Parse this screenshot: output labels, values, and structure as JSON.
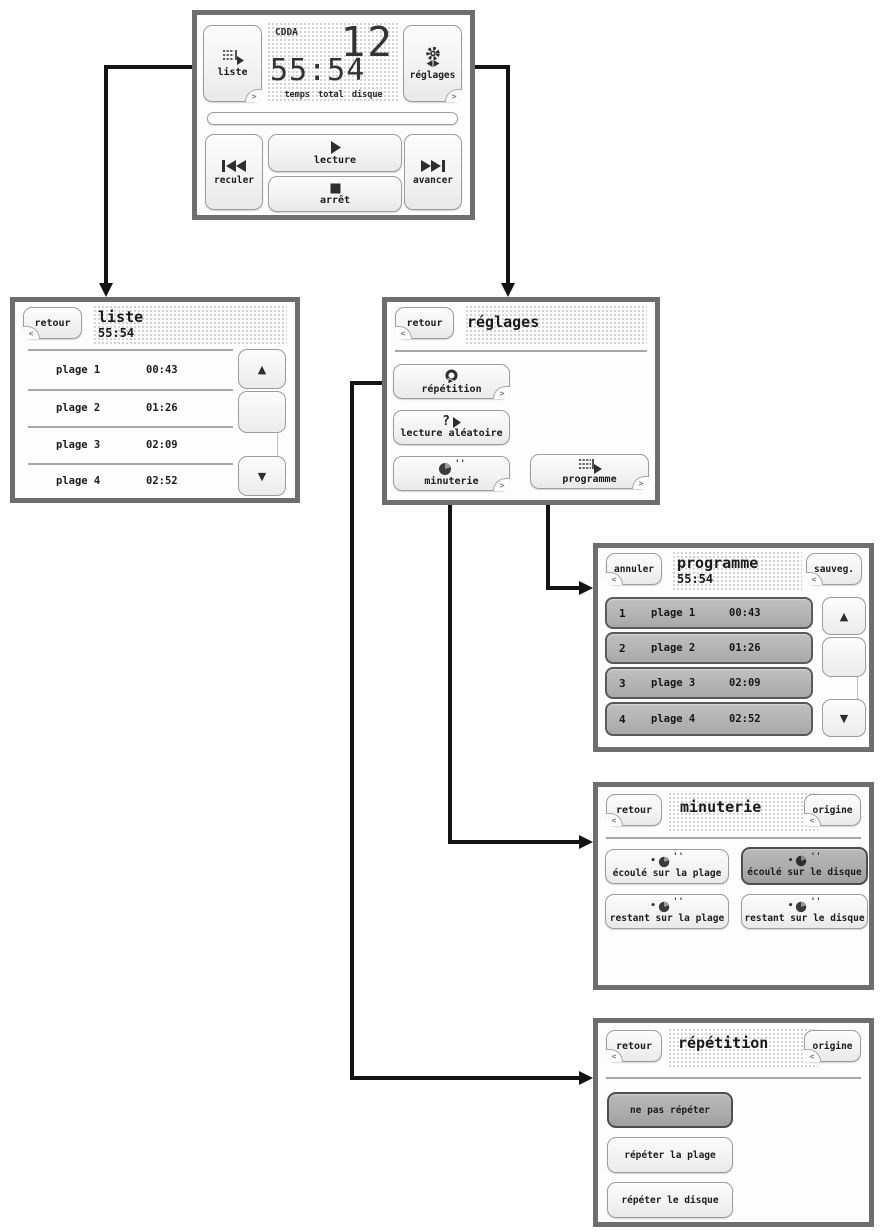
{
  "colors": {
    "panel_border": "#6e6e6e",
    "arrow": "#141414",
    "selected_fill": "#ababab",
    "program_row_fill": "#b5b5b5"
  },
  "icons": {
    "forward_fold": ">",
    "back_fold": "<",
    "scroll_up": "▲",
    "scroll_down": "▼",
    "random_mark": "?",
    "timer_dot": "•",
    "seconds_mark": "''"
  },
  "main_panel": {
    "liste_button": "liste",
    "reglages_button": "réglages",
    "display": {
      "format": "CDDA",
      "track_count": "12",
      "total_time": "55:54",
      "caption": "temps total disque"
    },
    "reculer_button": "reculer",
    "lecture_button": "lecture",
    "arret_button": "arrêt",
    "avancer_button": "avancer"
  },
  "liste_panel": {
    "retour_button": "retour",
    "title": "liste",
    "total_time": "55:54",
    "rows": [
      {
        "name": "plage 1",
        "time": "00:43"
      },
      {
        "name": "plage 2",
        "time": "01:26"
      },
      {
        "name": "plage 3",
        "time": "02:09"
      },
      {
        "name": "plage 4",
        "time": "02:52"
      }
    ]
  },
  "reglages_panel": {
    "retour_button": "retour",
    "title": "réglages",
    "repetition_button": "répétition",
    "aleatoire_button": "lecture aléatoire",
    "minuterie_button": "minuterie",
    "programme_button": "programme"
  },
  "programme_panel": {
    "annuler_button": "annuler",
    "title": "programme",
    "total_time": "55:54",
    "sauveg_button": "sauveg.",
    "rows": [
      {
        "num": "1",
        "name": "plage 1",
        "time": "00:43"
      },
      {
        "num": "2",
        "name": "plage 2",
        "time": "01:26"
      },
      {
        "num": "3",
        "name": "plage 3",
        "time": "02:09"
      },
      {
        "num": "4",
        "name": "plage 4",
        "time": "02:52"
      }
    ]
  },
  "minuterie_panel": {
    "retour_button": "retour",
    "title": "minuterie",
    "origine_button": "origine",
    "options": [
      {
        "label": "écoulé sur la plage",
        "selected": false
      },
      {
        "label": "écoulé sur le disque",
        "selected": true
      },
      {
        "label": "restant sur la plage",
        "selected": false
      },
      {
        "label": "restant sur le disque",
        "selected": false
      }
    ]
  },
  "repetition_panel": {
    "retour_button": "retour",
    "title": "répétition",
    "origine_button": "origine",
    "options": [
      {
        "label": "ne pas répéter",
        "selected": true
      },
      {
        "label": "répéter la plage",
        "selected": false
      },
      {
        "label": "répéter le disque",
        "selected": false
      }
    ]
  }
}
